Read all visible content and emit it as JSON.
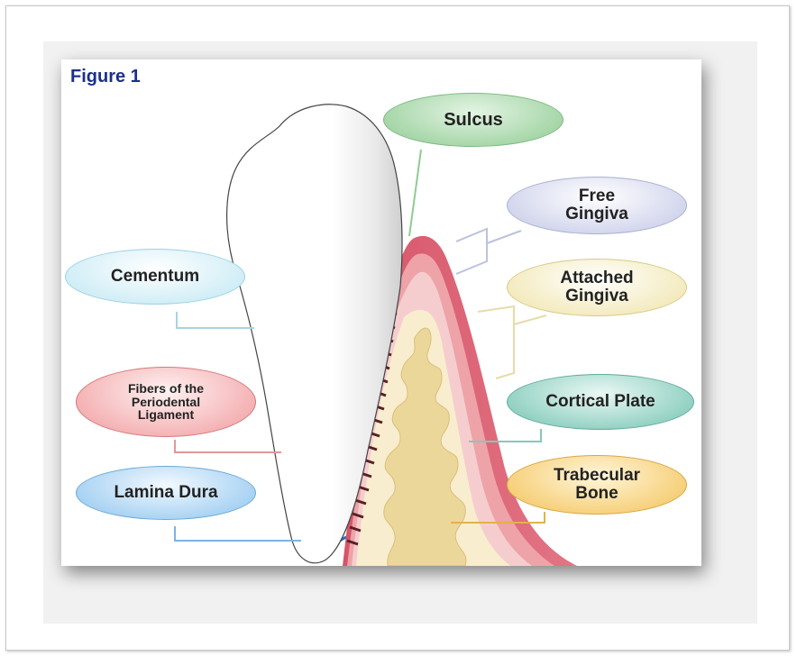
{
  "figure_title": "Figure 1",
  "labels": {
    "sulcus": "Sulcus",
    "free_gingiva": [
      "Free",
      "Gingiva"
    ],
    "attached_gingiva": [
      "Attached",
      "Gingiva"
    ],
    "cortical_plate": "Cortical Plate",
    "trabecular_bone": [
      "Trabecular",
      "Bone"
    ],
    "cementum": "Cementum",
    "fibers": [
      "Fibers of the",
      "Periodental",
      "Ligament"
    ],
    "lamina_dura": "Lamina Dura"
  },
  "colors": {
    "title": "#1c2f8c",
    "gum_outer": "#d85a6a",
    "gum_mid": "#eea3a8",
    "gum_inner": "#f7cfcf",
    "bone": "#f9edcf",
    "trabecular": "#ecd79a",
    "ligament_fibers": "#5a1f24"
  }
}
